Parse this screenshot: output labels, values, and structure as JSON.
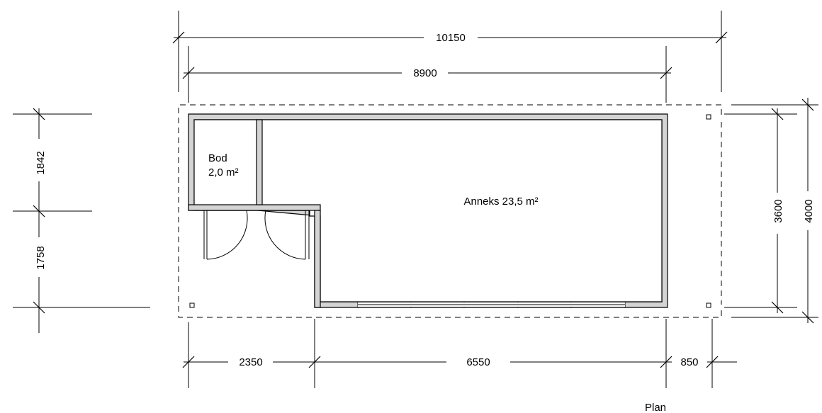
{
  "dimensions": {
    "overall_width": "10150",
    "inner_width": "8900",
    "left_upper": "1842",
    "left_lower": "1758",
    "right_inner": "3600",
    "right_outer": "4000",
    "bottom_left": "2350",
    "bottom_middle": "6550",
    "bottom_right": "850"
  },
  "rooms": {
    "storage_name": "Bod",
    "storage_area": "2,0 m²",
    "annex_label": "Anneks 23,5 m²"
  },
  "caption": "Plan"
}
